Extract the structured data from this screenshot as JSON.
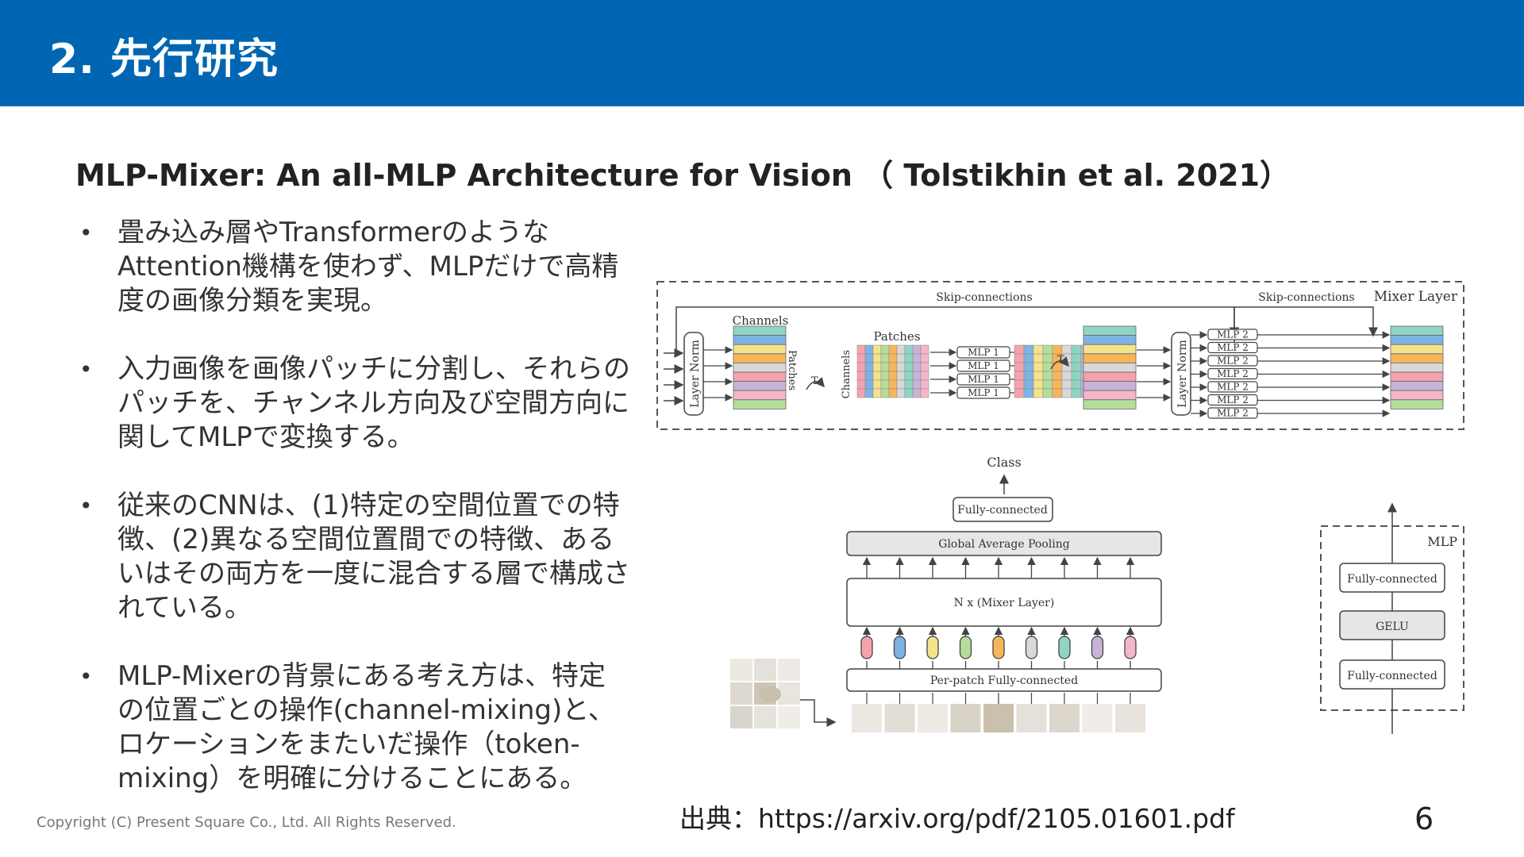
{
  "header": {
    "title": "2. 先行研究"
  },
  "subtitle": "MLP-Mixer: An all-MLP Architecture for Vision （ Tolstikhin et al. 2021）",
  "bullets": [
    "畳み込み層やTransformerのようなAttention機構を使わず、MLPだけで高精度の画像分類を実現。",
    "入力画像を画像パッチに分割し、それらのパッチを、チャンネル方向及び空間方向に関してMLPで変換する。",
    "従来のCNNは、(1)特定の空間位置での特徴、(2)異なる空間位置間での特徴、あるいはその両方を一度に混合する層で構成されている。",
    "MLP-Mixerの背景にある考え方は、特定の位置ごとの操作(channel-mixing)と、ロケーションをまたいだ操作（token-mixing）を明確に分けることにある。"
  ],
  "figure": {
    "skip_connections_1": "Skip-connections",
    "skip_connections_2": "Skip-connections",
    "mixer_layer": "Mixer Layer",
    "channels": "Channels",
    "patches_v": "Patches",
    "channels_v": "Channels",
    "patches": "Patches",
    "layer_norm": "Layer Norm",
    "transpose": "T",
    "mlp1": "MLP 1",
    "mlp2": "MLP 2",
    "class": "Class",
    "fully_connected": "Fully-connected",
    "global_avg_pool": "Global Average Pooling",
    "mixer_stack": "N x (Mixer Layer)",
    "per_patch_fc": "Per-patch Fully-connected",
    "mlp": "MLP",
    "gelu": "GELU",
    "colors": [
      "#f4a3ad",
      "#7fb3e6",
      "#f5e38c",
      "#b5dd9a",
      "#f7b55a",
      "#d9d9d9",
      "#8ed6c2",
      "#c7b3d9",
      "#f4b6c8"
    ]
  },
  "source": "出典：https://arxiv.org/pdf/2105.01601.pdf",
  "page_number": "6",
  "copyright": "Copyright (C) Present Square Co., Ltd. All Rights Reserved."
}
